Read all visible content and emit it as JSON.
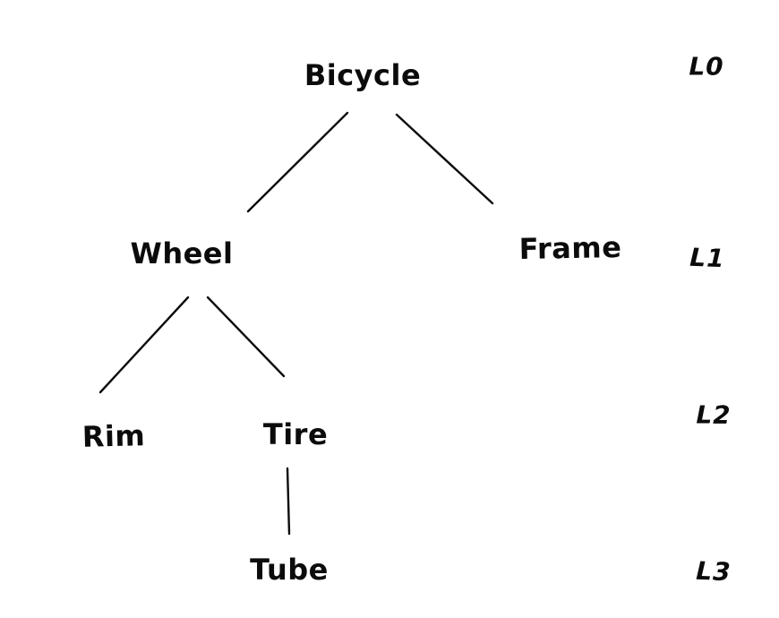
{
  "diagram": {
    "type": "tree",
    "background_color": "#ffffff",
    "ink_color": "#0c0c0c",
    "nodes": [
      {
        "id": "bicycle",
        "label": "Bicycle",
        "level": "L0",
        "parent": null
      },
      {
        "id": "wheel",
        "label": "Wheel",
        "level": "L1",
        "parent": "bicycle"
      },
      {
        "id": "frame",
        "label": "Frame",
        "level": "L1",
        "parent": "bicycle"
      },
      {
        "id": "rim",
        "label": "Rim",
        "level": "L2",
        "parent": "wheel"
      },
      {
        "id": "tire",
        "label": "Tire",
        "level": "L2",
        "parent": "wheel"
      },
      {
        "id": "tube",
        "label": "Tube",
        "level": "L3",
        "parent": "tire"
      }
    ],
    "edges": [
      {
        "from": "Bicycle",
        "to": "Wheel"
      },
      {
        "from": "Bicycle",
        "to": "Frame"
      },
      {
        "from": "Wheel",
        "to": "Rim"
      },
      {
        "from": "Wheel",
        "to": "Tire"
      },
      {
        "from": "Tire",
        "to": "Tube"
      }
    ],
    "level_labels": [
      "L0",
      "L1",
      "L2",
      "L3"
    ]
  }
}
